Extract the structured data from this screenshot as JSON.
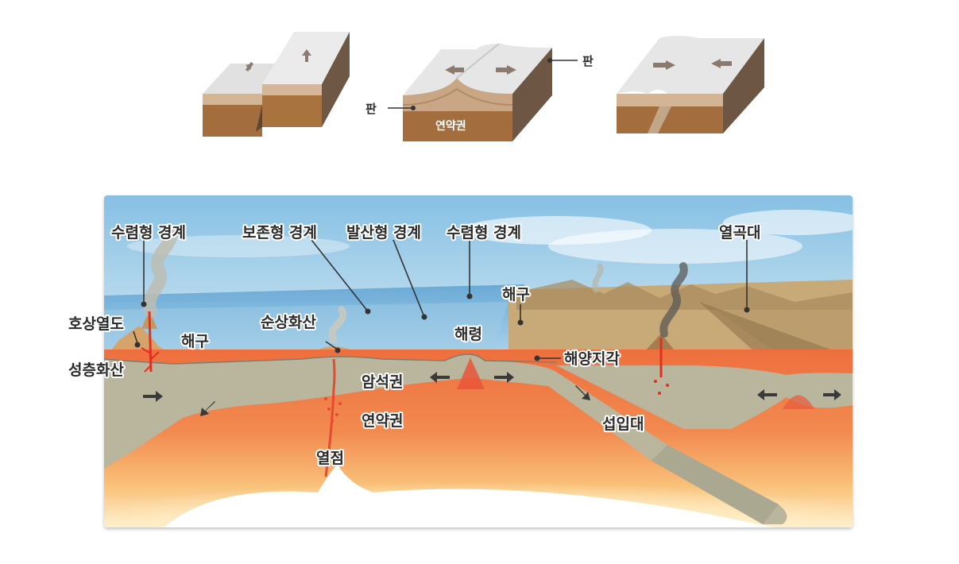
{
  "top_blocks": {
    "plate_left": "판",
    "plate_right": "판",
    "asthenosphere": "연약권"
  },
  "main": {
    "convergent_left": "수렴형 경계",
    "transform": "보존형 경계",
    "divergent": "발산형 경계",
    "convergent_right": "수렴형 경계",
    "rift": "열곡대",
    "island_arc": "호상열도",
    "trench_left": "해구",
    "stratovolcano": "성층화산",
    "shield_volcano": "순상화산",
    "ridge": "해령",
    "trench_right": "해구",
    "oceanic_crust": "해양지각",
    "lithosphere": "암석권",
    "asthenosphere": "연약권",
    "subduction_zone": "섭입대",
    "hotspot": "열점"
  },
  "colors": {
    "sky": "#a9d2ea",
    "ocean": "#8fc3e2",
    "lithosphere": "#b8b49c",
    "asthenosphere": "#ee7f4a",
    "deep_glow": "#ffe2a2",
    "land": "#c8a978",
    "block_top": "#e3e3e3",
    "block_crust": "#c9a786",
    "block_mantle": "#a16c3e"
  }
}
